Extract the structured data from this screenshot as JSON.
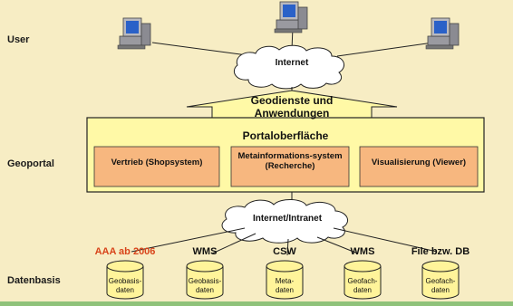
{
  "layers": {
    "user": "User",
    "geoportal": "Geoportal",
    "datenbasis": "Datenbasis"
  },
  "clouds": {
    "top": "Internet",
    "bottom": "Internet/Intranet"
  },
  "arrow_label": "Geodienste und Anwendungen",
  "portal": {
    "title": "Portaloberfläche",
    "modules": [
      {
        "label": "Vertrieb (Shopsystem)"
      },
      {
        "label": "Metainformations-system (Recherche)"
      },
      {
        "label": "Visualisierung (Viewer)"
      }
    ]
  },
  "datastores": [
    {
      "header": "AAA ab 2006",
      "label": "Geobasis-daten",
      "header_color": "#d8441a"
    },
    {
      "header": "WMS",
      "label": "Geobasis-daten",
      "header_color": "#111111"
    },
    {
      "header": "CSW",
      "label": "Meta-daten",
      "header_color": "#111111"
    },
    {
      "header": "WMS",
      "label": "Geofach-daten",
      "header_color": "#111111"
    },
    {
      "header": "File bzw. DB",
      "label": "Geofach-daten",
      "header_color": "#111111"
    }
  ],
  "colors": {
    "background": "#f7edc4",
    "portal_fill": "#fff9a6",
    "module_fill": "#f7b77f",
    "cylinder_fill": "#fff49a",
    "ground_line": "#8fc27a",
    "computer_screen": "#2a61c8"
  },
  "icons": [
    "computer-icon",
    "computer-icon",
    "computer-icon"
  ]
}
